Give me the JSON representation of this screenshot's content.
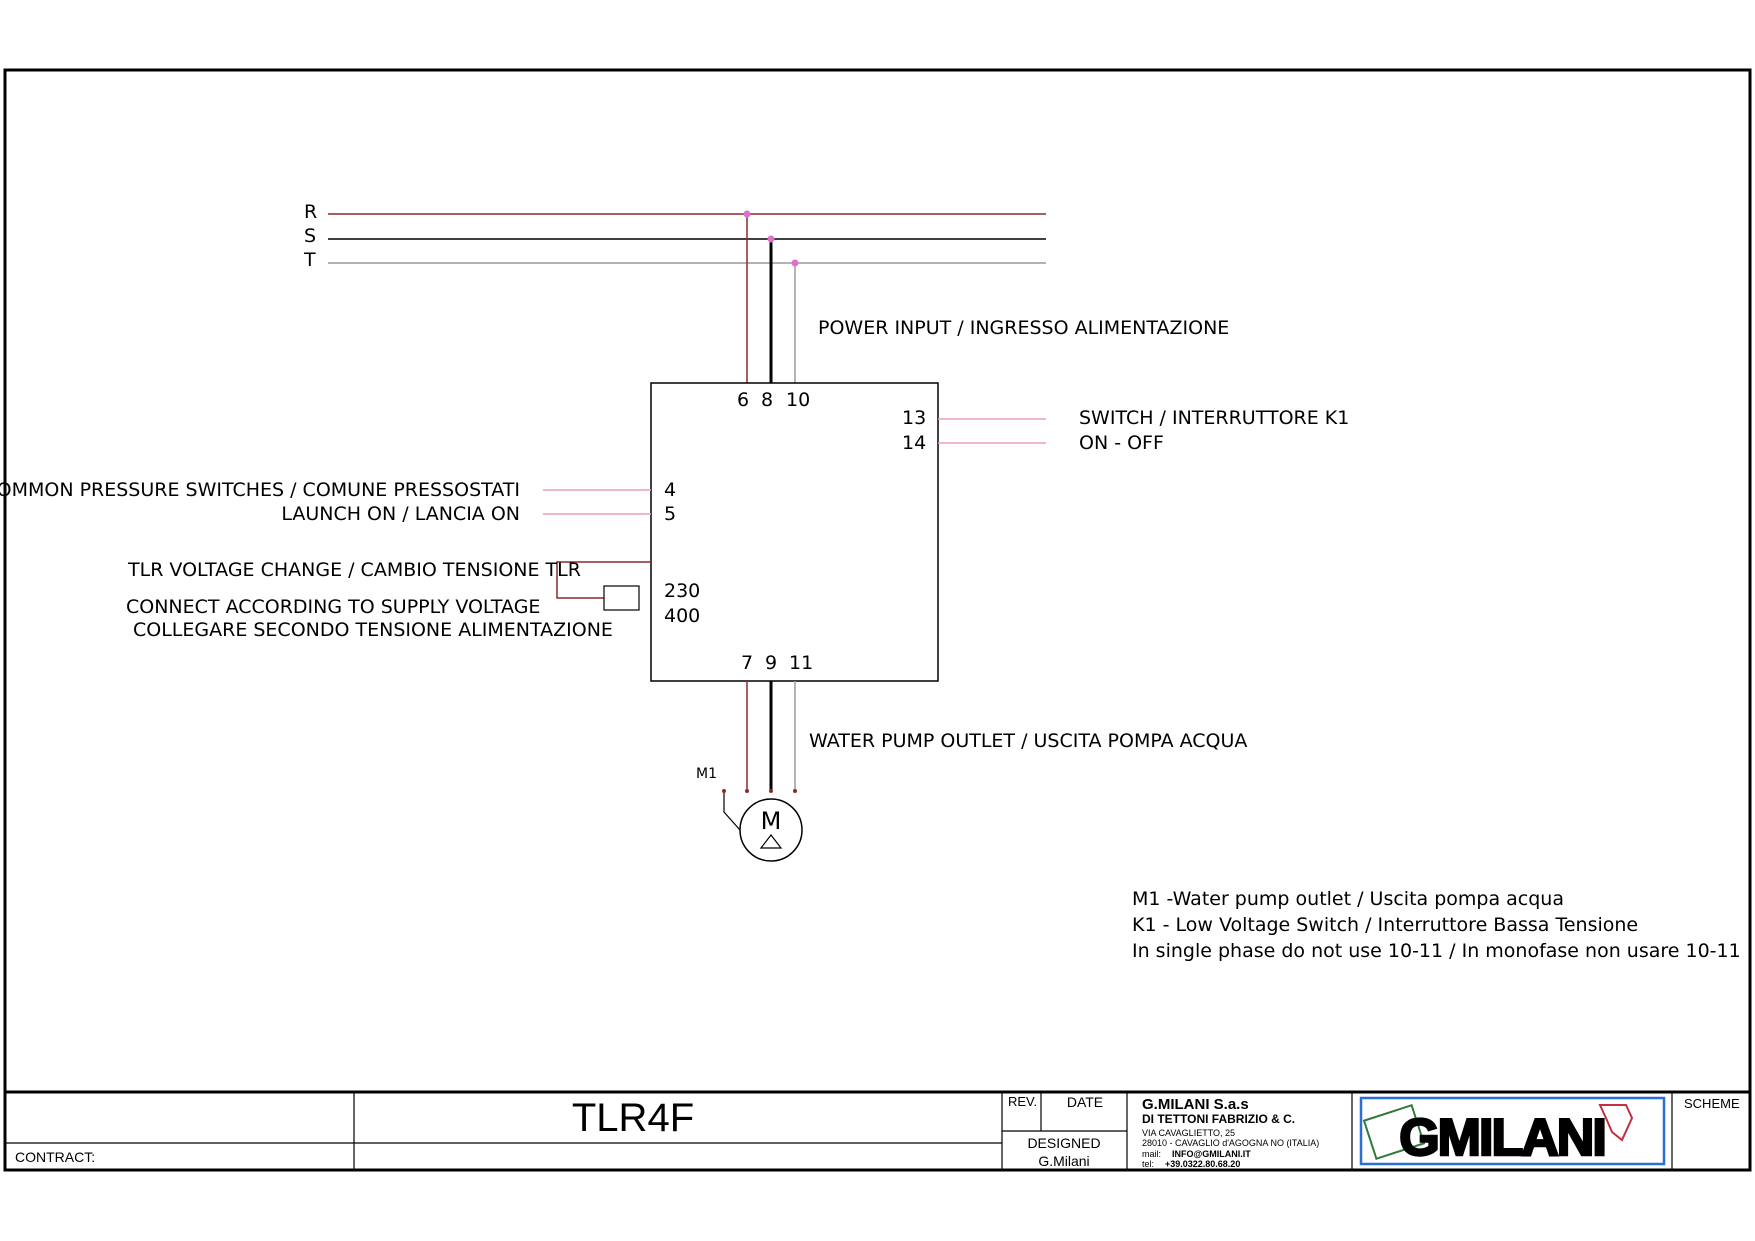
{
  "colors": {
    "phase_r": "#8b2a2a",
    "phase_s": "#000000",
    "phase_t": "#9a9a9a",
    "signal": "#e8a0b8",
    "junction": "#e070d0",
    "logo_border": "#2a6fd6",
    "logo_accent": "#2f7a3a"
  },
  "phases": {
    "r": "R",
    "s": "S",
    "t": "T"
  },
  "labels": {
    "power_input": "POWER INPUT / INGRESSO ALIMENTAZIONE",
    "switch_1": "SWITCH / INTERRUTTORE  K1",
    "switch_2": "ON - OFF",
    "common_pressure": "COMMON PRESSURE SWITCHES / COMUNE PRESSOSTATI",
    "launch_on": "LAUNCH ON / LANCIA ON",
    "voltage_change": "TLR VOLTAGE CHANGE / CAMBIO TENSIONE TLR",
    "connect_1": "CONNECT ACCORDING TO SUPPLY VOLTAGE",
    "connect_2": "COLLEGARE SECONDO TENSIONE ALIMENTAZIONE",
    "water_pump_outlet": "WATER PUMP OUTLET / USCITA POMPA ACQUA"
  },
  "terminals": {
    "t6": "6",
    "t8": "8",
    "t10": "10",
    "t13": "13",
    "t14": "14",
    "t4": "4",
    "t5": "5",
    "v230": "230",
    "v400": "400",
    "t7": "7",
    "t9": "9",
    "t11": "11"
  },
  "motor": {
    "tag": "M1",
    "symbol": "M"
  },
  "notes": [
    "M1 -Water pump outlet / Uscita pompa acqua",
    "K1 - Low Voltage Switch / Interruttore Bassa Tensione",
    "In single phase do not use 10-11 / In monofase non usare 10-11"
  ],
  "title_block": {
    "contract_label": "CONTRACT:",
    "drawing_title": "TLR4F",
    "rev_label": "REV.",
    "date_label": "DATE",
    "designed_label": "DESIGNED",
    "designer": "G.Milani",
    "company_name": "G.MILANI S.a.s",
    "company_sub": "DI TETTONI FABRIZIO & C.",
    "address_1": "VIA CAVAGLIETTO, 25",
    "address_2": "28010 - CAVAGLIO d'AGOGNA NO (ITALIA)",
    "mail_label": "mail:",
    "mail": "INFO@GMILANI.IT",
    "tel_label": "tel:",
    "tel": "+39.0322.80.68.20",
    "logo_text": "GMILANI",
    "scheme_label": "SCHEME"
  }
}
